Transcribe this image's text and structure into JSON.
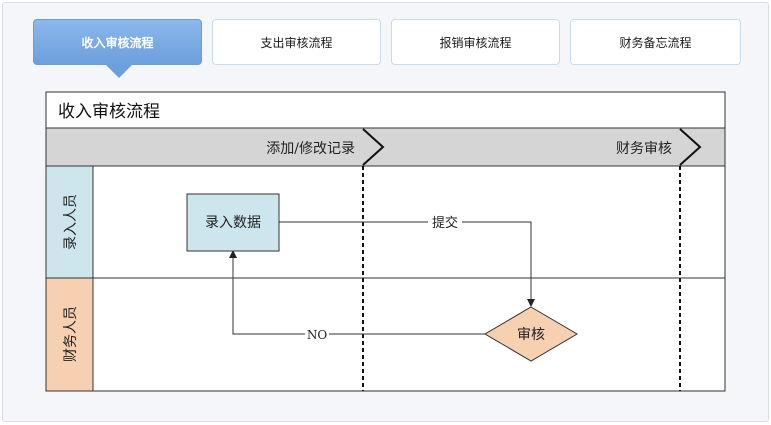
{
  "tabs": [
    {
      "label": "收入审核流程",
      "active": true
    },
    {
      "label": "支出审核流程",
      "active": false
    },
    {
      "label": "报销审核流程",
      "active": false
    },
    {
      "label": "财务备忘流程",
      "active": false
    }
  ],
  "diagram": {
    "title": "收入审核流程",
    "phases": [
      "添加/修改记录",
      "财务审核"
    ],
    "lanes": [
      {
        "label": "录入人员",
        "color": "#cde6ee"
      },
      {
        "label": "财务人员",
        "color": "#f6d0b0"
      }
    ],
    "nodes": {
      "entry": {
        "label": "录入数据",
        "color": "#cde6ee"
      },
      "review": {
        "label": "审核",
        "color": "#f6d0b0"
      }
    },
    "edges": {
      "submit": "提交",
      "reject": "NO"
    },
    "header_color": "#d5d5d5"
  }
}
